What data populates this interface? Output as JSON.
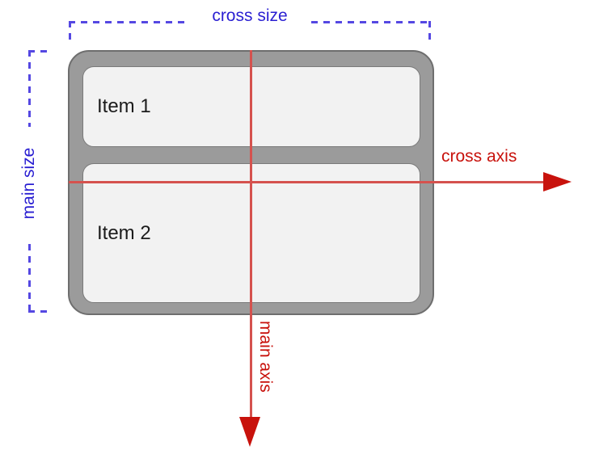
{
  "labels": {
    "cross_size": "cross size",
    "main_size": "main size",
    "cross_axis": "cross axis",
    "main_axis": "main axis"
  },
  "container": {
    "items": [
      {
        "label": "Item 1"
      },
      {
        "label": "Item 2"
      }
    ]
  },
  "colors": {
    "size_label_blue": "#2a1fd2",
    "size_dash_blue": "#5548e2",
    "axis_label_red": "#c8120c",
    "axis_line_red": "#d5524e",
    "container_fill": "#9b9b9b",
    "container_border": "#6e6e6e",
    "item_fill": "#f2f2f2",
    "item_border": "#7a7a7a",
    "item_text": "#1c1c1c"
  }
}
